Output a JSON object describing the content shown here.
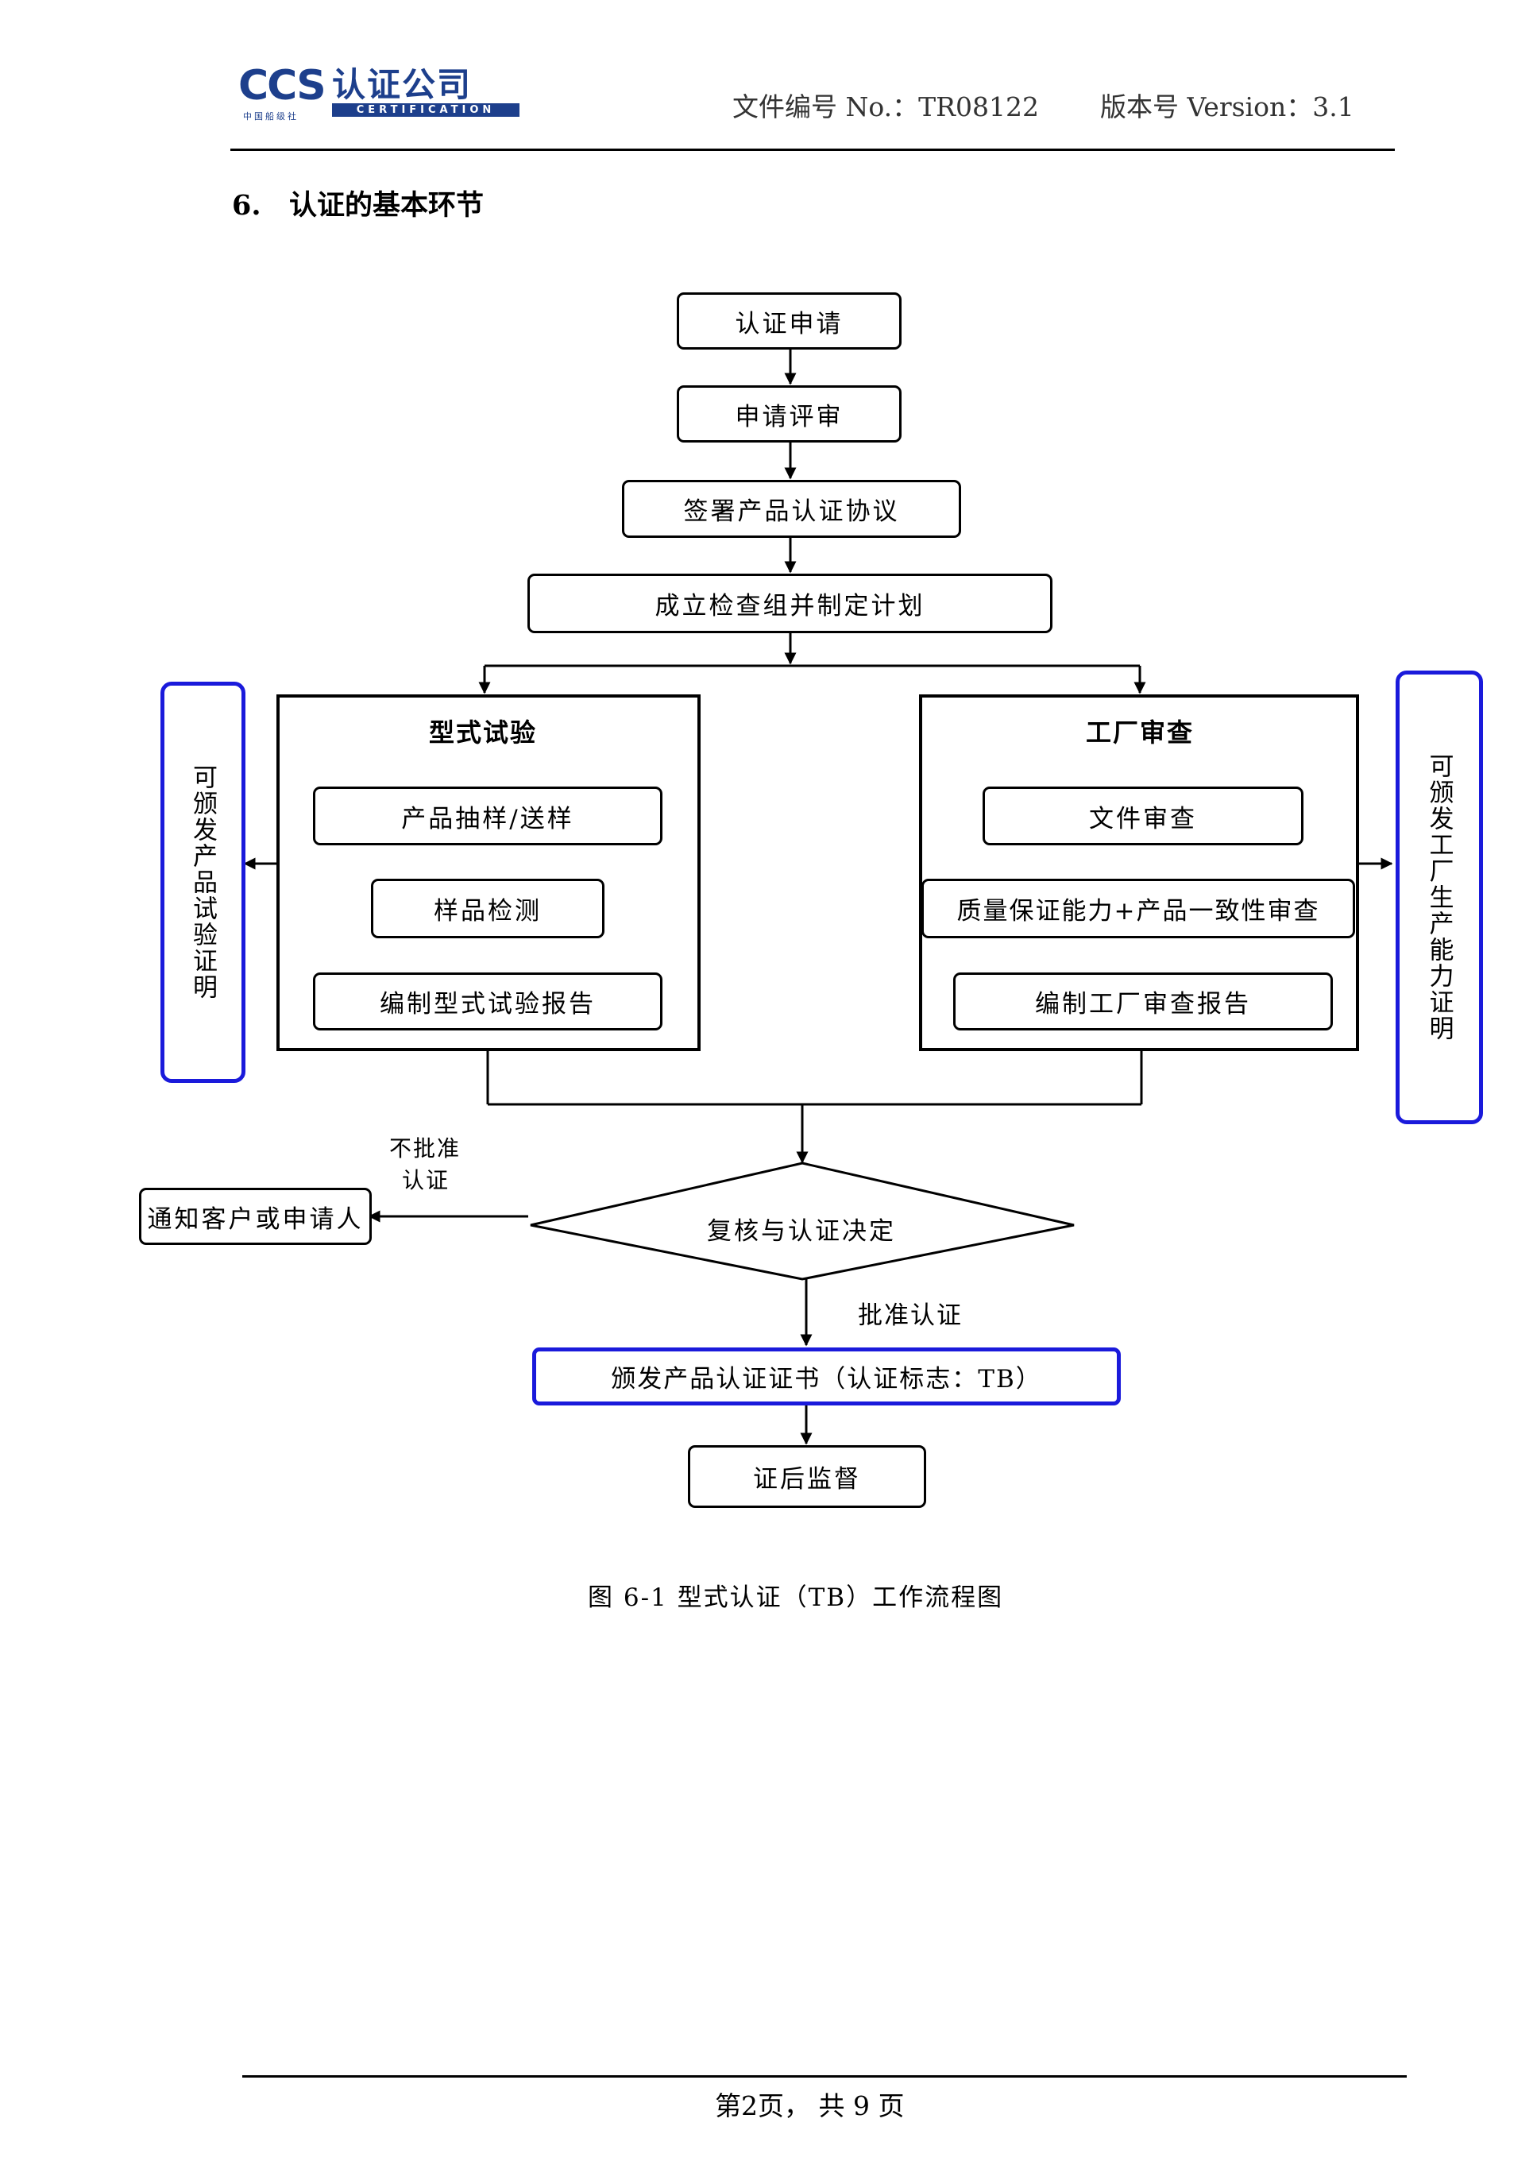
{
  "header": {
    "logo_text": "CCS",
    "logo_cn": "认证公司",
    "logo_en": "CERTIFICATION",
    "logo_sub": "中国船级社",
    "doc_no": "文件编号 No.：TR08122",
    "version": "版本号 Version：3.1"
  },
  "section": {
    "number": "6.",
    "title": "认证的基本环节"
  },
  "flow": {
    "step1": "认证申请",
    "step2": "申请评审",
    "step3": "签署产品认证协议",
    "step4": "成立检查组并制定计划",
    "left_panel": {
      "title": "型式试验",
      "items": [
        "产品抽样/送样",
        "样品检测",
        "编制型式试验报告"
      ]
    },
    "right_panel": {
      "title": "工厂审查",
      "items": [
        "文件审查",
        "质量保证能力+产品一致性审查",
        "编制工厂审查报告"
      ]
    },
    "left_side": "可颁发产品试验证明",
    "right_side": "可颁发工厂生产能力证明",
    "decision": "复核与认证决定",
    "reject_label_line1": "不批准",
    "reject_label_line2": "认证",
    "notify": "通知客户或申请人",
    "approve_label": "批准认证",
    "certificate": "颁发产品认证证书（认证标志：TB）",
    "surveillance": "证后监督"
  },
  "caption": "图 6-1  型式认证（TB）工作流程图",
  "footer": "第2页， 共 9 页",
  "colors": {
    "accent_blue": "#1a1adb",
    "logo_blue": "#1d3f8c"
  }
}
